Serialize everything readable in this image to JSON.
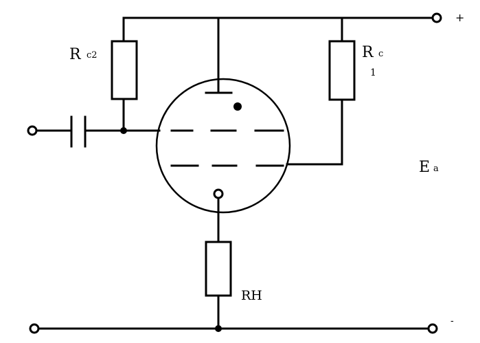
{
  "labels": {
    "plus": "+",
    "minus": "-",
    "r_c2_main": "R",
    "r_c2_sub": "c2",
    "r_c1_main": "R",
    "r_c1_sub_a": "c",
    "r_c1_sub_b": "1",
    "e_a_main": "E",
    "e_a_sub": "a",
    "r_h": "RH"
  },
  "colors": {
    "line": "#000000",
    "background": "#ffffff"
  }
}
